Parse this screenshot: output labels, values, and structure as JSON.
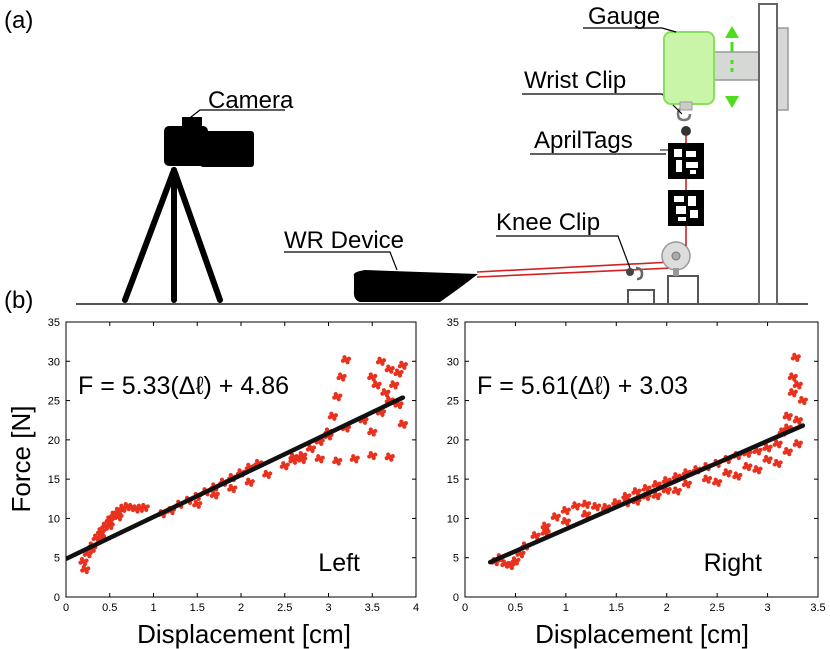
{
  "panel_a": {
    "label": "(a)",
    "callouts": {
      "gauge": "Gauge",
      "wrist_clip": "Wrist Clip",
      "camera": "Camera",
      "apriltags": "AprilTags",
      "wr_device": "WR Device",
      "knee_clip": "Knee Clip"
    },
    "colors": {
      "gauge_fill": "#c8f5a8",
      "gauge_border": "#86e05a",
      "arrow": "#4fdc1a",
      "band": "#d42020",
      "device": "#000000",
      "mount": "#d6d8d6"
    }
  },
  "panel_b": {
    "label": "(b)"
  },
  "ylabel": "Force [N]",
  "xlabel_left": "Displacement [cm]",
  "xlabel_right": "Displacement [cm]",
  "chart_data": [
    {
      "type": "scatter",
      "side_label": "Left",
      "equation": "F = 5.33(Δℓ) + 4.86",
      "xlim": [
        0,
        4
      ],
      "ylim": [
        0,
        35
      ],
      "xticks": [
        "0",
        "0.5",
        "1",
        "1.5",
        "2",
        "2.5",
        "3",
        "3.5",
        "4"
      ],
      "yticks": [
        "0",
        "5",
        "10",
        "15",
        "20",
        "25",
        "30",
        "35"
      ],
      "fit": {
        "slope": 5.33,
        "intercept": 4.86,
        "x_range": [
          0.0,
          3.85
        ]
      },
      "point_color": "#e8321e",
      "points": [
        [
          0.22,
          3.5
        ],
        [
          0.2,
          4.5
        ],
        [
          0.25,
          5.5
        ],
        [
          0.3,
          6.5
        ],
        [
          0.35,
          7.5
        ],
        [
          0.4,
          8.3
        ],
        [
          0.45,
          9.0
        ],
        [
          0.5,
          9.8
        ],
        [
          0.55,
          10.4
        ],
        [
          0.6,
          10.9
        ],
        [
          0.65,
          11.3
        ],
        [
          0.7,
          11.5
        ],
        [
          0.75,
          11.4
        ],
        [
          0.8,
          11.2
        ],
        [
          0.85,
          11.3
        ],
        [
          0.9,
          11.4
        ],
        [
          0.3,
          6.2
        ],
        [
          0.4,
          7.6
        ],
        [
          0.5,
          9.1
        ],
        [
          0.6,
          10.2
        ],
        [
          1.1,
          10.6
        ],
        [
          1.2,
          11.0
        ],
        [
          1.3,
          11.8
        ],
        [
          1.4,
          12.3
        ],
        [
          1.5,
          12.8
        ],
        [
          1.6,
          13.4
        ],
        [
          1.7,
          14.0
        ],
        [
          1.8,
          14.6
        ],
        [
          1.9,
          15.2
        ],
        [
          2.0,
          15.8
        ],
        [
          2.1,
          16.5
        ],
        [
          2.2,
          17.0
        ],
        [
          1.5,
          11.8
        ],
        [
          1.7,
          13.0
        ],
        [
          1.9,
          13.8
        ],
        [
          2.1,
          14.6
        ],
        [
          2.3,
          15.6
        ],
        [
          2.5,
          16.7
        ],
        [
          2.6,
          17.4
        ],
        [
          2.7,
          18.0
        ],
        [
          2.8,
          18.9
        ],
        [
          2.9,
          19.8
        ],
        [
          3.0,
          21.0
        ],
        [
          3.05,
          23.0
        ],
        [
          3.1,
          25.5
        ],
        [
          3.15,
          28.0
        ],
        [
          3.2,
          30.2
        ],
        [
          2.6,
          17.8
        ],
        [
          2.7,
          17.5
        ],
        [
          2.9,
          17.6
        ],
        [
          3.1,
          17.3
        ],
        [
          3.3,
          17.6
        ],
        [
          3.5,
          18.0
        ],
        [
          3.7,
          17.8
        ],
        [
          3.0,
          20.5
        ],
        [
          3.2,
          21.5
        ],
        [
          3.4,
          22.5
        ],
        [
          3.6,
          23.5
        ],
        [
          3.7,
          25.0
        ],
        [
          3.75,
          27.0
        ],
        [
          3.8,
          28.5
        ],
        [
          3.85,
          29.5
        ],
        [
          3.6,
          30.0
        ],
        [
          3.7,
          29.0
        ],
        [
          3.5,
          28.0
        ],
        [
          3.55,
          27.0
        ],
        [
          3.65,
          26.0
        ],
        [
          3.8,
          24.5
        ],
        [
          3.85,
          22.0
        ],
        [
          3.5,
          21.0
        ]
      ]
    },
    {
      "type": "scatter",
      "side_label": "Right",
      "equation": "F = 5.61(Δℓ) + 3.03",
      "xlim": [
        0,
        3.5
      ],
      "ylim": [
        0,
        35
      ],
      "xticks": [
        "0",
        "0.5",
        "1",
        "1.5",
        "2",
        "2.5",
        "3",
        "3.5"
      ],
      "yticks": [
        "0",
        "5",
        "10",
        "15",
        "20",
        "25",
        "30",
        "35"
      ],
      "fit": {
        "slope": 5.61,
        "intercept": 3.03,
        "x_range": [
          0.25,
          3.35
        ]
      },
      "point_color": "#e8321e",
      "points": [
        [
          0.3,
          4.5
        ],
        [
          0.35,
          5.0
        ],
        [
          0.4,
          4.2
        ],
        [
          0.45,
          4.0
        ],
        [
          0.5,
          4.6
        ],
        [
          0.55,
          5.5
        ],
        [
          0.6,
          6.5
        ],
        [
          0.7,
          7.8
        ],
        [
          0.8,
          9.0
        ],
        [
          0.9,
          10.2
        ],
        [
          1.0,
          11.0
        ],
        [
          1.1,
          11.6
        ],
        [
          1.2,
          11.8
        ],
        [
          1.3,
          11.5
        ],
        [
          1.4,
          11.4
        ],
        [
          1.5,
          12.0
        ],
        [
          1.6,
          12.8
        ],
        [
          1.7,
          13.4
        ],
        [
          1.8,
          13.8
        ],
        [
          1.9,
          14.3
        ],
        [
          2.0,
          14.8
        ],
        [
          2.1,
          15.3
        ],
        [
          2.2,
          15.8
        ],
        [
          2.3,
          16.2
        ],
        [
          2.4,
          16.6
        ],
        [
          2.5,
          17.0
        ],
        [
          2.6,
          17.5
        ],
        [
          2.7,
          18.0
        ],
        [
          2.8,
          18.3
        ],
        [
          2.9,
          18.6
        ],
        [
          3.0,
          19.0
        ],
        [
          3.1,
          19.5
        ],
        [
          3.15,
          21.0
        ],
        [
          3.2,
          23.0
        ],
        [
          3.25,
          26.0
        ],
        [
          3.25,
          28.0
        ],
        [
          3.28,
          30.5
        ],
        [
          3.3,
          27.0
        ],
        [
          3.35,
          25.0
        ],
        [
          3.3,
          22.5
        ],
        [
          3.2,
          21.5
        ],
        [
          0.8,
          8.2
        ],
        [
          1.0,
          9.6
        ],
        [
          1.2,
          10.5
        ],
        [
          1.4,
          11.2
        ],
        [
          1.6,
          12.0
        ],
        [
          1.8,
          12.8
        ],
        [
          2.0,
          13.6
        ],
        [
          2.2,
          14.4
        ],
        [
          2.4,
          15.0
        ],
        [
          2.6,
          15.8
        ],
        [
          2.8,
          16.6
        ],
        [
          3.0,
          17.5
        ],
        [
          3.2,
          18.5
        ],
        [
          3.3,
          19.5
        ],
        [
          2.5,
          14.6
        ],
        [
          2.7,
          15.4
        ],
        [
          2.9,
          16.2
        ],
        [
          3.1,
          17.0
        ],
        [
          1.7,
          12.2
        ],
        [
          1.9,
          12.9
        ],
        [
          2.1,
          13.5
        ]
      ]
    }
  ]
}
